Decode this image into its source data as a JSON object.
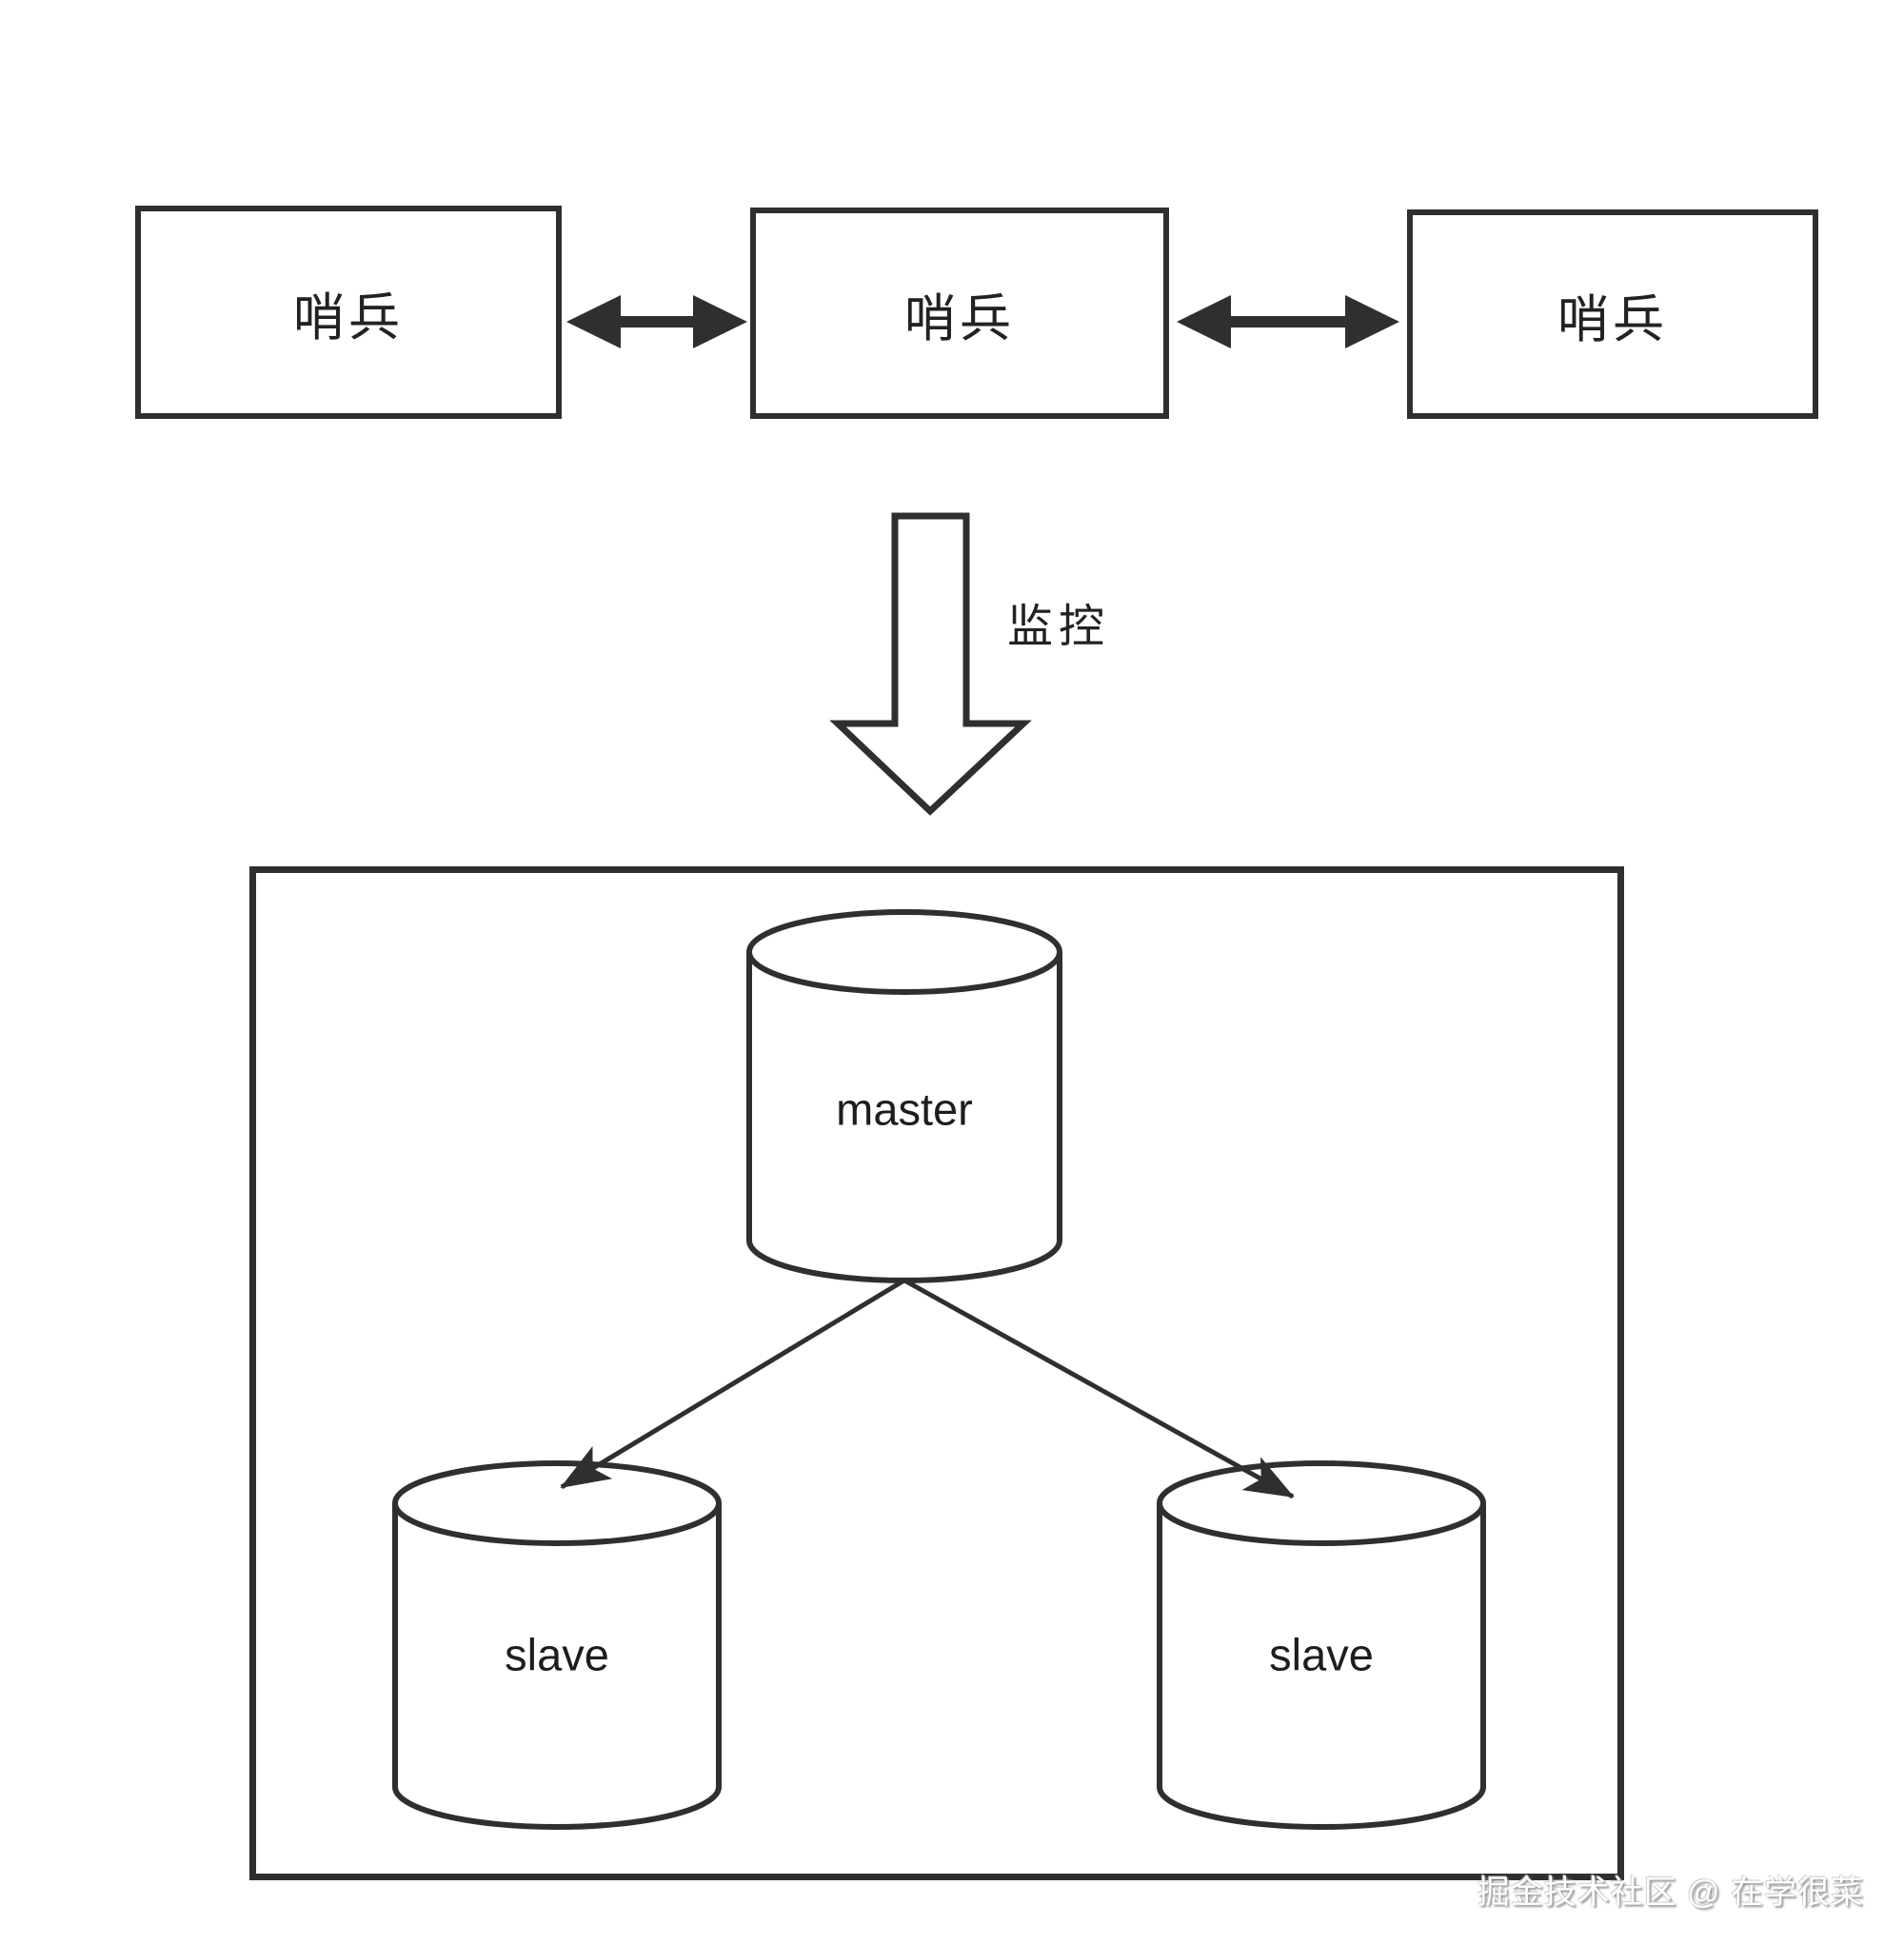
{
  "sentinels": [
    {
      "label": "哨兵"
    },
    {
      "label": "哨兵"
    },
    {
      "label": "哨兵"
    }
  ],
  "monitor": {
    "label": "监控"
  },
  "cluster": {
    "master": {
      "label": "master"
    },
    "slaves": [
      {
        "label": "slave"
      },
      {
        "label": "slave"
      }
    ]
  },
  "watermark": {
    "text": "掘金技术社区 @ 在学很菜"
  },
  "colors": {
    "line": "#2f2f2f",
    "background": "#ffffff",
    "watermark_shadow": "#8f8f8f"
  }
}
